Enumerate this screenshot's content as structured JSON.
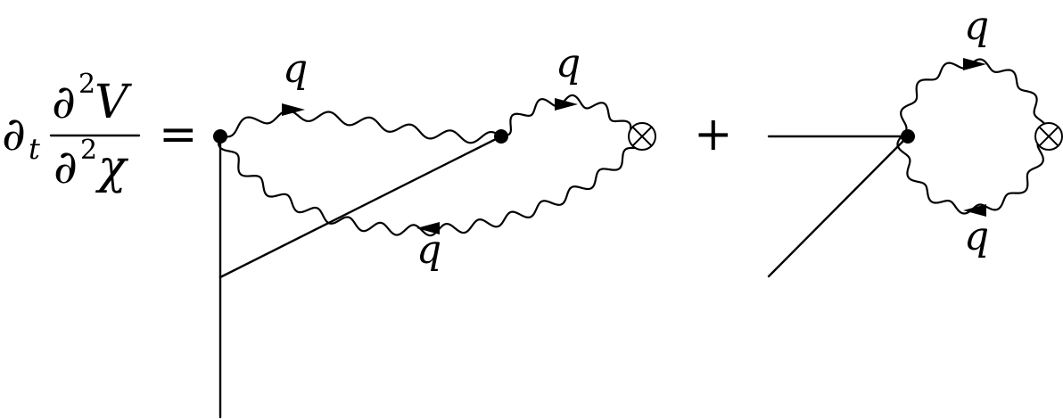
{
  "equation": {
    "lhs_operator": "∂",
    "lhs_sub": "t",
    "frac_num_partial": "∂",
    "frac_num_power": "2",
    "frac_num_var": "V",
    "frac_den_partial": "∂",
    "frac_den_power": "2",
    "frac_den_var": "χ",
    "equals": "=",
    "plus": "+"
  },
  "diagram1": {
    "label_top_left": "q",
    "label_top_right": "q",
    "label_bottom": "q",
    "insertion_symbol": "⊗"
  },
  "diagram2": {
    "label_top": "q",
    "label_bottom": "q",
    "insertion_symbol": "⊗"
  }
}
